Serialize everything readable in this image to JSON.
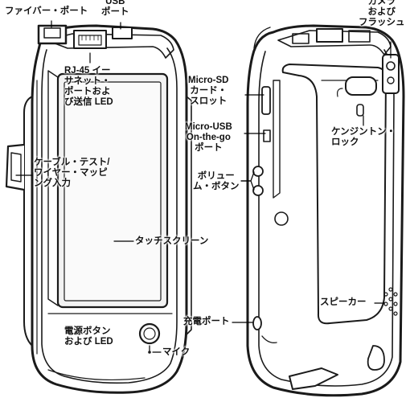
{
  "labels": {
    "fiber_port": "ファイバー・ポート",
    "usb_port": "USB\nポート",
    "rj45": "RJ-45 イー\nサネット・\nポートおよ\nび送信 LED",
    "cable_test": "ケーブル・テスト/\nワイヤー・マッピ\nング入力",
    "touchscreen": "タッチスクリーン",
    "power_button": "電源ボタン\nおよび LED",
    "mic": "マイク",
    "camera": "カメラ\nおよび\nフラッシュ",
    "micro_sd": "Micro-SD\nカード・\nスロット",
    "micro_usb": "Micro-USB\nOn-the-go\nポート",
    "volume": "ボリュー\nム・ボタン",
    "kensington": "ケンジントン・\nロック",
    "speaker": "スピーカー",
    "charge_port": "充電ポート"
  },
  "colors": {
    "device_outline": "#1a1a1a",
    "device_fill": "#ffffff",
    "screen_fill": "#f2f2f2",
    "line": "#000000"
  }
}
